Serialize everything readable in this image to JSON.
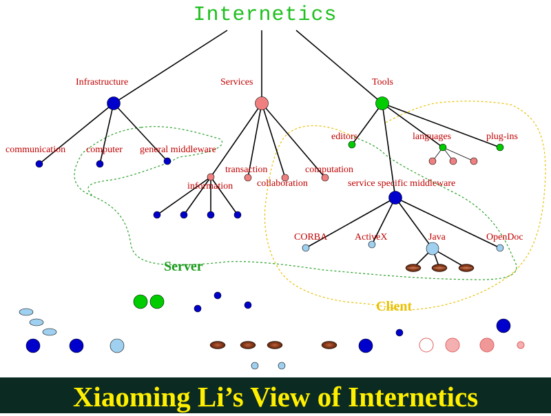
{
  "title": "Internetics",
  "banner_title": "Xiaoming Li’s View of Internetics",
  "categories": {
    "infrastructure": "Infrastructure",
    "services": "Services",
    "tools": "Tools"
  },
  "infrastructure_items": {
    "communication": "communication",
    "computer": "computer",
    "general_middleware": "general middleware"
  },
  "services_items": {
    "transaction": "transaction",
    "computation": "computation",
    "collaboration": "collaboration",
    "information": "information"
  },
  "tools_items": {
    "editors": "editors",
    "languages": "languages",
    "plugins": "plug-ins",
    "service_specific_middleware": "service specific middleware"
  },
  "middleware_items": {
    "corba": "CORBA",
    "activex": "ActiveX",
    "java": "Java",
    "opendoc": "OpenDoc"
  },
  "regions": {
    "server": "Server",
    "client": "Client"
  },
  "colors": {
    "infrastructure_node": "#0000cc",
    "services_node": "#f08080",
    "tools_node": "#00cc00",
    "light_blue_node": "#9fd0f0",
    "bean_brown": "#8b3a1a",
    "title_green": "#1dbf1d",
    "server_boundary": "#2aa02a",
    "client_boundary": "#e8c000",
    "banner_bg": "#0b2a22",
    "banner_text": "#ffef00"
  }
}
